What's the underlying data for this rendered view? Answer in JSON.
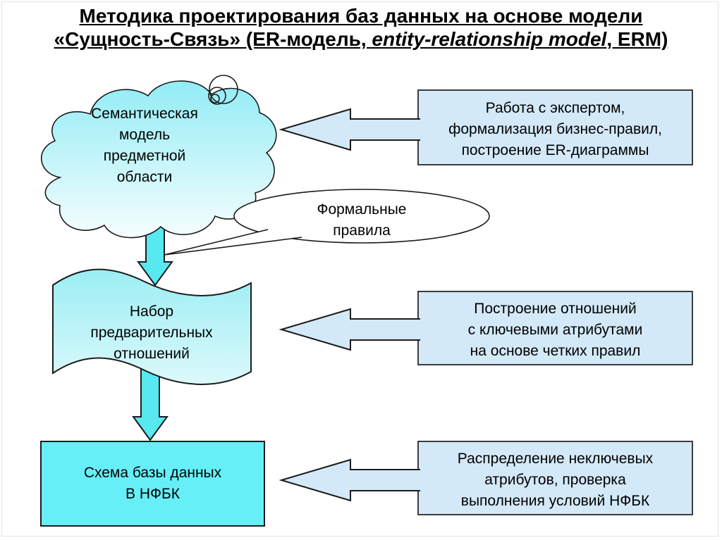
{
  "title": {
    "line1": "Методика проектирования баз данных на основе модели",
    "line2_pre": "«Сущность-Связь» (ER-модель, ",
    "line2_italic": "entity-relationship model",
    "line2_post": ", ERM)"
  },
  "diagram": {
    "cloud": {
      "lines": [
        "Семантическая",
        "модель",
        "предметной",
        "области"
      ]
    },
    "bubble": {
      "lines": [
        "Формальные",
        "правила"
      ]
    },
    "flag": {
      "lines": [
        "Набор",
        "предварительных",
        "отношений"
      ]
    },
    "schema": {
      "lines": [
        "Схема базы данных",
        "В НФБК"
      ]
    },
    "steps": [
      {
        "lines": [
          "Работа с экспертом,",
          "формализация бизнес-правил,",
          "построение ER-диаграммы"
        ]
      },
      {
        "lines": [
          "Построение отношений",
          "с ключевыми атрибутами",
          "на основе четких правил"
        ]
      },
      {
        "lines": [
          "Распределение неключевых",
          "атрибутов, проверка",
          "выполнения условий НФБК"
        ]
      }
    ],
    "colors": {
      "step_box_fill": "#d3e9f8",
      "step_box_border": "#3c3c3c",
      "down_arrow_fill": "#58e8ef",
      "schema_box_fill": "#66eff7",
      "cloud_gradient_top": "#92ecf5",
      "cloud_gradient_bottom": "#f6fdfe",
      "flag_gradient_top": "#9aeef4",
      "flag_gradient_bottom": "#dcf9fb",
      "outline": "#1c1c1c",
      "background": "#ffffff"
    }
  }
}
